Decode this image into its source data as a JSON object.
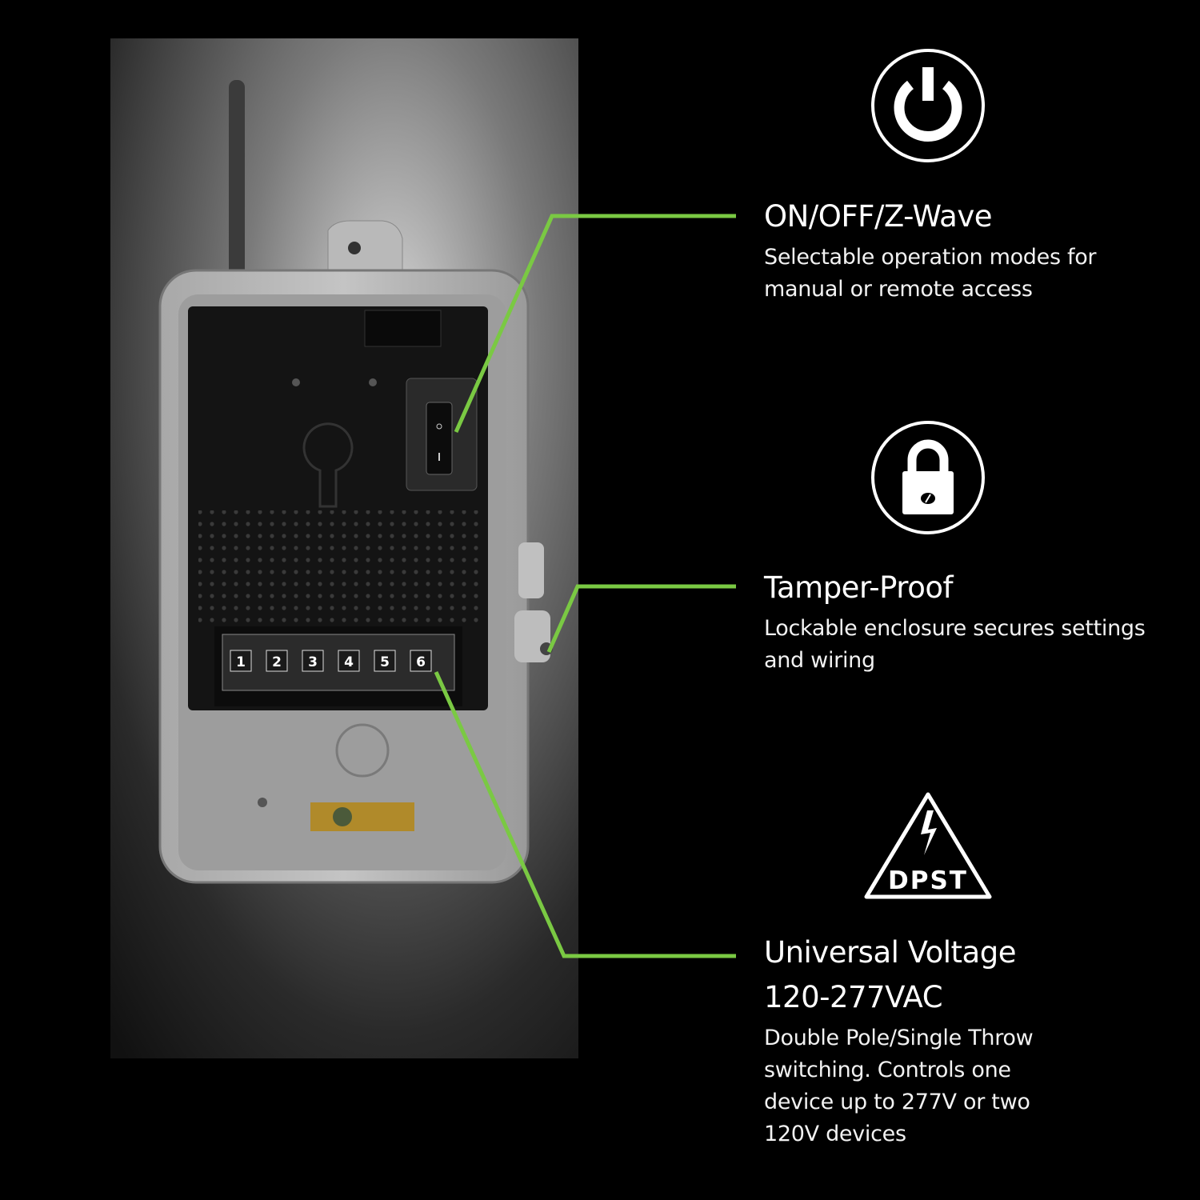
{
  "colors": {
    "accent_line": "#7ac943",
    "background": "#000000",
    "text": "#ffffff"
  },
  "features": [
    {
      "icon": "power-icon",
      "title": "ON/OFF/Z-Wave",
      "description": "Selectable operation modes for manual or remote access"
    },
    {
      "icon": "padlock-icon",
      "title": "Tamper-Proof",
      "description": "Lockable enclosure secures settings and wiring"
    },
    {
      "icon": "voltage-warning-icon",
      "icon_label": "DPST",
      "title": "Universal Voltage",
      "subtitle": "120-277VAC",
      "description": "Double Pole/Single Throw switching. Controls one device up to 277V or two 120V devices"
    }
  ],
  "product": {
    "terminal_labels": [
      "1",
      "2",
      "3",
      "4",
      "5",
      "6"
    ]
  }
}
